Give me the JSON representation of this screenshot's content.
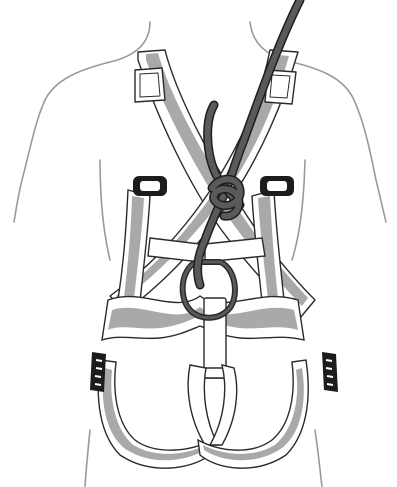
{
  "colors": {
    "background": "#ffffff",
    "body_outline": "#9a9a9a",
    "strap_fill": "#ffffff",
    "strap_band": "#a9a9a9",
    "strap_outline": "#2b2b2b",
    "rope": "#5a5a5a",
    "rope_outline": "#1e1e1e",
    "buckle": "#1c1c1c"
  },
  "figure": {
    "icon": "full-body-harness-back-view-icon",
    "parts": [
      "torso-silhouette",
      "left-shoulder-strap",
      "right-shoulder-strap",
      "left-chest-buckle",
      "right-chest-buckle",
      "chest-crossbar",
      "rope",
      "figure-eight-knot",
      "dorsal-attachment-loop",
      "waist-belt",
      "left-leg-loop",
      "right-leg-loop",
      "left-hip-buckle",
      "right-hip-buckle",
      "center-riser"
    ]
  }
}
